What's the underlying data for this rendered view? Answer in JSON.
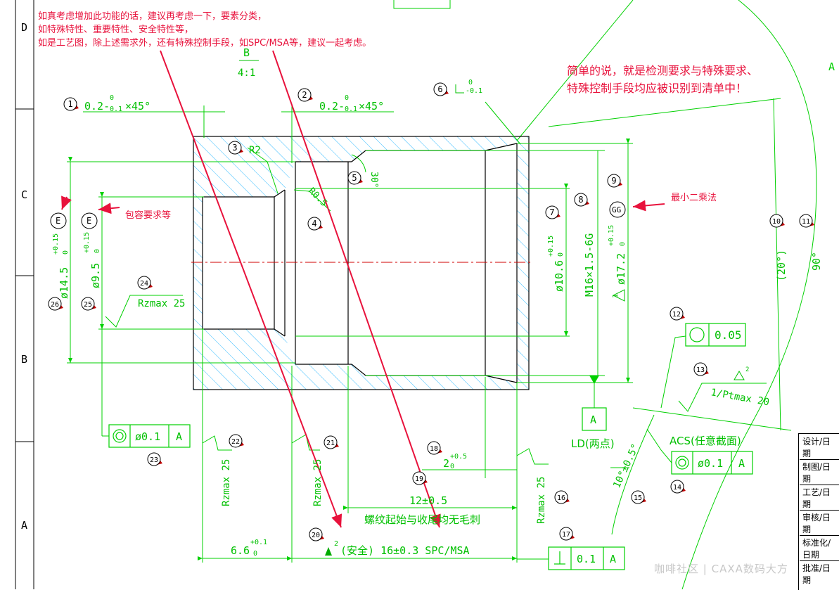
{
  "annotations": {
    "note_top_line1": "如真考虑增加此功能的话，建议再考虑一下，要素分类，",
    "note_top_line2": "如特殊特性、重要特性、安全特性等，",
    "note_top_line3": "如是工艺图，除上述需求外，还有特殊控制手段，如SPC/MSA等，建议一起考虑。",
    "note_right_line1": "简单的说，就是检测要求与特殊要求、",
    "note_right_line2": "特殊控制手段均应被识别到清单中！",
    "note_envelope": "包容要求等",
    "note_least_squares": "最小二乘法"
  },
  "frame": {
    "zone_D": "D",
    "zone_C": "C",
    "zone_B": "B",
    "zone_A": "A",
    "zone_A_right": "A"
  },
  "detail": {
    "label": "B",
    "scale": "4:1"
  },
  "dims": {
    "chamfer_left_main": "0.2-",
    "chamfer_left_tol_up": "0",
    "chamfer_left_tol_low": "0.1",
    "chamfer_left_angle": "×45°",
    "chamfer_right_main": "0.2-",
    "chamfer_right_tol_up": "0",
    "chamfer_right_tol_low": "0.1",
    "chamfer_right_angle": "×45°",
    "perp_tol_up": "0",
    "perp_tol_low": "-0.1",
    "radius_r2": "R2",
    "radius_r05": "R0.5",
    "angle_30": "30°",
    "dia_14_5": "ø14.5",
    "dia_14_5_tol": "+0.15",
    "dia_14_5_tol0": "0",
    "dia_9_5": "ø9.5",
    "dia_9_5_tol": "+0.15",
    "dia_9_5_tol0": "0",
    "dia_10_6": "ø10.6",
    "dia_10_6_tol": "+0.15",
    "dia_10_6_tol0": "0",
    "thread": "M16×1.5-6G",
    "dia_17_2": "ø17.2",
    "dia_17_2_tol": "+0.15",
    "dia_17_2_tol0": "0",
    "roughness_left": "Rzmax 25",
    "roughness_b1": "Rzmax 25",
    "roughness_b2": "Rzmax 25",
    "roughness_b3": "Rzmax 25",
    "ptmax": "1/Ptmax 20",
    "angle_20": "(20°)",
    "angle_90": "90°",
    "angle_10": "10°±0.5°",
    "len_2": "2",
    "len_2_tol": "+0.5",
    "len_2_tol0": "0",
    "len_12": "12±0.5",
    "thread_note": "螺纹起始与收尾均无毛刺",
    "len_6_6": "6.6",
    "len_6_6_tol": "+0.1",
    "len_6_6_tol0": "0",
    "safety_len": "(安全) 16±0.3  SPC/MSA",
    "safety_sup": "2",
    "delta_sup_top": "1",
    "delta_sup_right": "2"
  },
  "tolerance_frames": {
    "concentric_left_value": "ø0.1",
    "concentric_left_datum": "A",
    "circularity_value": "0.05",
    "coaxial_right_value": "ø0.1",
    "coaxial_right_datum": "A",
    "perp_value": "0.1",
    "perp_datum": "A",
    "datum_a": "A",
    "ld_note": "LD(两点)",
    "acs_note": "ACS(任意截面)"
  },
  "envelope_marks": {
    "e1": "E",
    "e2": "E",
    "gg": "GG"
  },
  "balloons": [
    "1",
    "2",
    "3",
    "4",
    "5",
    "6",
    "7",
    "8",
    "9",
    "10",
    "11",
    "12",
    "13",
    "14",
    "15",
    "16",
    "17",
    "18",
    "19",
    "20",
    "21",
    "22",
    "23",
    "24",
    "25",
    "26"
  ],
  "title_block": {
    "row1": "设计/日期",
    "row2": "制图/日期",
    "row3": "工艺/日期",
    "row4": "审核/日期",
    "row5": "标准化/日期",
    "row6": "批准/日期"
  },
  "watermark": "咖啡社区 | CAXA数码大方",
  "colors": {
    "line": "#00e000",
    "note": "#e8123c",
    "hatch": "#00aaff",
    "center": "#d00000",
    "balloon_tip": "#c00000"
  }
}
